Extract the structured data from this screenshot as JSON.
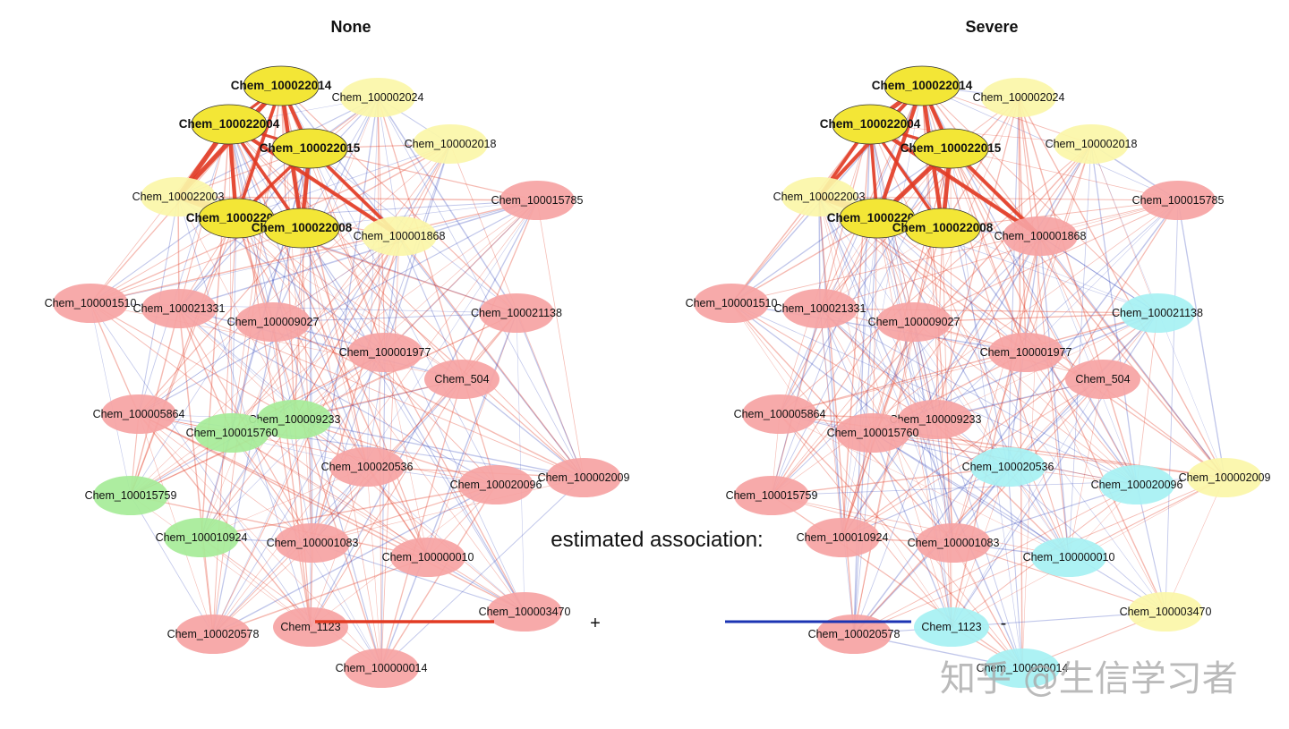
{
  "colors": {
    "yellow_hub": "#f3e636",
    "yellow_light": "#fbf6a8",
    "pink": "#f6a3a3",
    "green": "#a6ec98",
    "cyan": "#a6f1f3",
    "positive_edge": "#e23a22",
    "negative_edge": "#1b34b3"
  },
  "legend": {
    "title": "estimated association:",
    "positive_sign": "+",
    "negative_sign": "-"
  },
  "watermark": "知乎 @生信学习者",
  "panels": [
    {
      "title": "None",
      "nodes": [
        {
          "id": "Chem_100022014",
          "label": "Chem_100022014",
          "color": "yellow_hub",
          "hub": true
        },
        {
          "id": "Chem_100002024",
          "label": "Chem_100002024",
          "color": "yellow_light",
          "hub": false
        },
        {
          "id": "Chem_100022004",
          "label": "Chem_100022004",
          "color": "yellow_hub",
          "hub": true
        },
        {
          "id": "Chem_100022015",
          "label": "Chem_100022015",
          "color": "yellow_hub",
          "hub": true
        },
        {
          "id": "Chem_100002018",
          "label": "Chem_100002018",
          "color": "yellow_light",
          "hub": false
        },
        {
          "id": "Chem_100022003",
          "label": "Chem_100022003",
          "color": "yellow_light",
          "hub": false
        },
        {
          "id": "Chem_100015785",
          "label": "Chem_100015785",
          "color": "pink",
          "hub": false
        },
        {
          "id": "Chem_100022009",
          "label": "Chem_100022009",
          "color": "yellow_hub",
          "hub": true
        },
        {
          "id": "Chem_100022008",
          "label": "Chem_100022008",
          "color": "yellow_hub",
          "hub": true
        },
        {
          "id": "Chem_100001868",
          "label": "Chem_100001868",
          "color": "yellow_light",
          "hub": false
        },
        {
          "id": "Chem_100001510",
          "label": "Chem_100001510",
          "color": "pink",
          "hub": false
        },
        {
          "id": "Chem_100021331",
          "label": "Chem_100021331",
          "color": "pink",
          "hub": false
        },
        {
          "id": "Chem_100009027",
          "label": "Chem_100009027",
          "color": "pink",
          "hub": false
        },
        {
          "id": "Chem_100021138",
          "label": "Chem_100021138",
          "color": "pink",
          "hub": false
        },
        {
          "id": "Chem_100001977",
          "label": "Chem_100001977",
          "color": "pink",
          "hub": false
        },
        {
          "id": "Chem_504",
          "label": "Chem_504",
          "color": "pink",
          "hub": false
        },
        {
          "id": "Chem_100005864",
          "label": "Chem_100005864",
          "color": "pink",
          "hub": false
        },
        {
          "id": "Chem_100009233",
          "label": "Chem_100009233",
          "color": "green",
          "hub": false
        },
        {
          "id": "Chem_100015760",
          "label": "Chem_100015760",
          "color": "green",
          "hub": false
        },
        {
          "id": "Chem_100020536",
          "label": "Chem_100020536",
          "color": "pink",
          "hub": false
        },
        {
          "id": "Chem_100020096",
          "label": "Chem_100020096",
          "color": "pink",
          "hub": false
        },
        {
          "id": "Chem_100002009",
          "label": "Chem_100002009",
          "color": "pink",
          "hub": false
        },
        {
          "id": "Chem_100015759",
          "label": "Chem_100015759",
          "color": "green",
          "hub": false
        },
        {
          "id": "Chem_100010924",
          "label": "Chem_100010924",
          "color": "green",
          "hub": false
        },
        {
          "id": "Chem_100001083",
          "label": "Chem_100001083",
          "color": "pink",
          "hub": false
        },
        {
          "id": "Chem_100000010",
          "label": "Chem_100000010",
          "color": "pink",
          "hub": false
        },
        {
          "id": "Chem_100003470",
          "label": "Chem_100003470",
          "color": "pink",
          "hub": false
        },
        {
          "id": "Chem_100020578",
          "label": "Chem_100020578",
          "color": "pink",
          "hub": false
        },
        {
          "id": "Chem_1123",
          "label": "Chem_1123",
          "color": "pink",
          "hub": false
        },
        {
          "id": "Chem_100000014",
          "label": "Chem_100000014",
          "color": "pink",
          "hub": false
        }
      ]
    },
    {
      "title": "Severe",
      "nodes": [
        {
          "id": "Chem_100022014",
          "label": "Chem_100022014",
          "color": "yellow_hub",
          "hub": true
        },
        {
          "id": "Chem_100002024",
          "label": "Chem_100002024",
          "color": "yellow_light",
          "hub": false
        },
        {
          "id": "Chem_100022004",
          "label": "Chem_100022004",
          "color": "yellow_hub",
          "hub": true
        },
        {
          "id": "Chem_100022015",
          "label": "Chem_100022015",
          "color": "yellow_hub",
          "hub": true
        },
        {
          "id": "Chem_100002018",
          "label": "Chem_100002018",
          "color": "yellow_light",
          "hub": false
        },
        {
          "id": "Chem_100022003",
          "label": "Chem_100022003",
          "color": "yellow_light",
          "hub": false
        },
        {
          "id": "Chem_100015785",
          "label": "Chem_100015785",
          "color": "pink",
          "hub": false
        },
        {
          "id": "Chem_100022009",
          "label": "Chem_100022009",
          "color": "yellow_hub",
          "hub": true
        },
        {
          "id": "Chem_100022008",
          "label": "Chem_100022008",
          "color": "yellow_hub",
          "hub": true
        },
        {
          "id": "Chem_100001868",
          "label": "Chem_100001868",
          "color": "pink",
          "hub": false
        },
        {
          "id": "Chem_100001510",
          "label": "Chem_100001510",
          "color": "pink",
          "hub": false
        },
        {
          "id": "Chem_100021331",
          "label": "Chem_100021331",
          "color": "pink",
          "hub": false
        },
        {
          "id": "Chem_100009027",
          "label": "Chem_100009027",
          "color": "pink",
          "hub": false
        },
        {
          "id": "Chem_100021138",
          "label": "Chem_100021138",
          "color": "cyan",
          "hub": false
        },
        {
          "id": "Chem_100001977",
          "label": "Chem_100001977",
          "color": "pink",
          "hub": false
        },
        {
          "id": "Chem_504",
          "label": "Chem_504",
          "color": "pink",
          "hub": false
        },
        {
          "id": "Chem_100005864",
          "label": "Chem_100005864",
          "color": "pink",
          "hub": false
        },
        {
          "id": "Chem_100009233",
          "label": "Chem_100009233",
          "color": "pink",
          "hub": false
        },
        {
          "id": "Chem_100015760",
          "label": "Chem_100015760",
          "color": "pink",
          "hub": false
        },
        {
          "id": "Chem_100020536",
          "label": "Chem_100020536",
          "color": "cyan",
          "hub": false
        },
        {
          "id": "Chem_100020096",
          "label": "Chem_100020096",
          "color": "cyan",
          "hub": false
        },
        {
          "id": "Chem_100002009",
          "label": "Chem_100002009",
          "color": "yellow_light",
          "hub": false
        },
        {
          "id": "Chem_100015759",
          "label": "Chem_100015759",
          "color": "pink",
          "hub": false
        },
        {
          "id": "Chem_100010924",
          "label": "Chem_100010924",
          "color": "pink",
          "hub": false
        },
        {
          "id": "Chem_100001083",
          "label": "Chem_100001083",
          "color": "pink",
          "hub": false
        },
        {
          "id": "Chem_100000010",
          "label": "Chem_100000010",
          "color": "cyan",
          "hub": false
        },
        {
          "id": "Chem_100003470",
          "label": "Chem_100003470",
          "color": "yellow_light",
          "hub": false
        },
        {
          "id": "Chem_100020578",
          "label": "Chem_100020578",
          "color": "pink",
          "hub": false
        },
        {
          "id": "Chem_1123",
          "label": "Chem_1123",
          "color": "cyan",
          "hub": false
        },
        {
          "id": "Chem_100000014",
          "label": "Chem_100000014",
          "color": "cyan",
          "hub": false
        }
      ]
    }
  ],
  "strong_edges": [
    [
      "Chem_100022014",
      "Chem_100022004"
    ],
    [
      "Chem_100022014",
      "Chem_100022015"
    ],
    [
      "Chem_100022014",
      "Chem_100022009"
    ],
    [
      "Chem_100022014",
      "Chem_100022008"
    ],
    [
      "Chem_100022004",
      "Chem_100022015"
    ],
    [
      "Chem_100022004",
      "Chem_100022009"
    ],
    [
      "Chem_100022004",
      "Chem_100022008"
    ],
    [
      "Chem_100022004",
      "Chem_100022003"
    ],
    [
      "Chem_100022015",
      "Chem_100022009"
    ],
    [
      "Chem_100022015",
      "Chem_100022008"
    ],
    [
      "Chem_100022009",
      "Chem_100022008"
    ],
    [
      "Chem_100022003",
      "Chem_100022009"
    ],
    [
      "Chem_100022003",
      "Chem_100022008"
    ],
    [
      "Chem_100022014",
      "Chem_100022003"
    ],
    [
      "Chem_100022015",
      "Chem_100001868"
    ],
    [
      "Chem_100022004",
      "Chem_100001868"
    ]
  ]
}
